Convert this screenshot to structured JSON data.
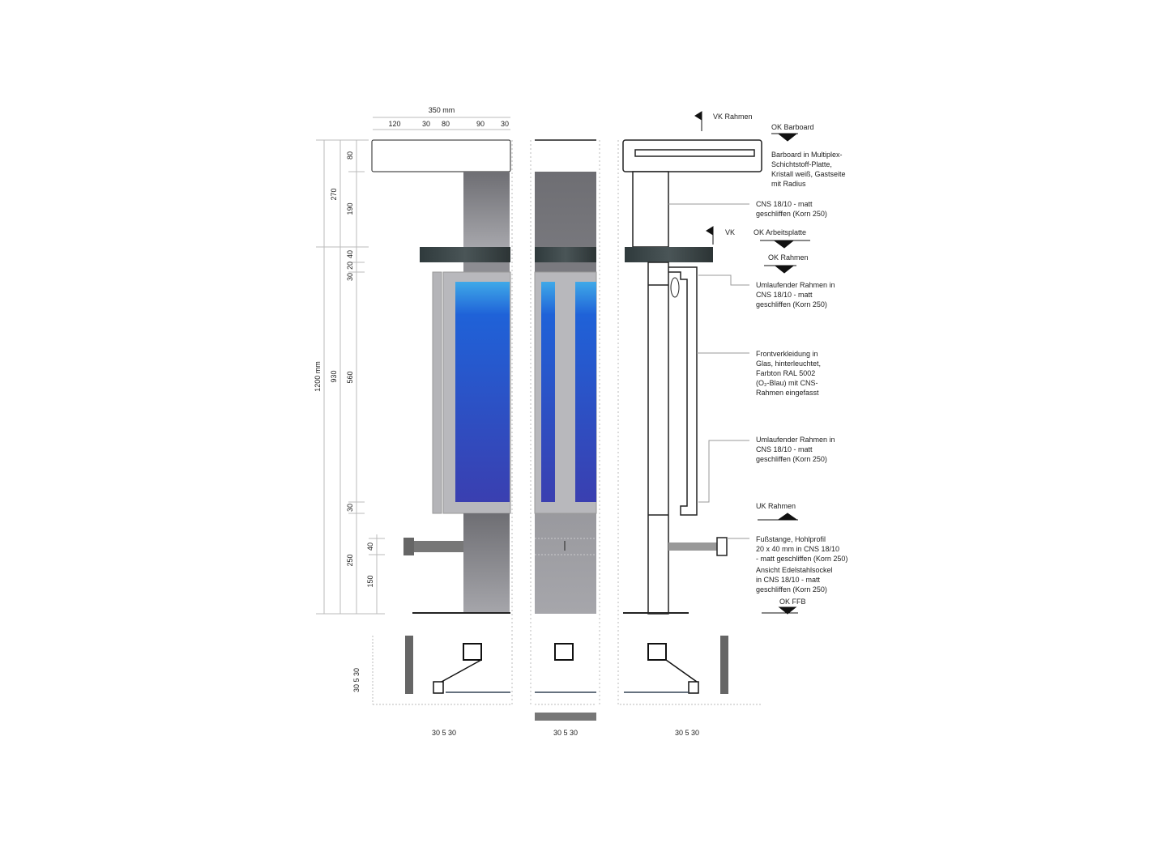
{
  "colors": {
    "glass": "#2a3fd0",
    "steel": "#8a8a8f",
    "worktop": "#3a4446",
    "line": "#222222",
    "dim": "#bbbbbb"
  },
  "dimensions": {
    "total_width": "350 mm",
    "widths": [
      "120",
      "30",
      "80",
      "90",
      "30"
    ],
    "total_height": "1200 mm",
    "heights_outer": [
      "270",
      "930"
    ],
    "heights_inner": [
      "80",
      "190",
      "40",
      "20",
      "30",
      "560",
      "30",
      "250"
    ],
    "foot_bar": [
      "40",
      "150"
    ],
    "section_vertical": "30 5 30",
    "section_horizontal": [
      "30 5 30",
      "30 5 30",
      "30 5 30"
    ]
  },
  "levels": {
    "vk_rahmen": "VK Rahmen",
    "ok_barboard": "OK Barboard",
    "vk": "VK",
    "ok_arbeitsplatte": "OK Arbeitsplatte",
    "ok_rahmen": "OK Rahmen",
    "uk_rahmen": "UK Rahmen",
    "ok_ffb": "OK FFB"
  },
  "notes": {
    "barboard": [
      "Barboard in Multiplex-",
      "Schichtstoff-Platte,",
      "Kristall weiß, Gastseite",
      "mit Radius"
    ],
    "column": [
      "CNS 18/10 - matt",
      "geschliffen (Korn 250)"
    ],
    "frame_top": [
      "Umlaufender Rahmen in",
      "CNS 18/10 - matt",
      "geschliffen (Korn 250)"
    ],
    "front": [
      "Frontverkleidung in",
      "Glas, hinterleuchtet,",
      "Farbton RAL 5002",
      "(O₂-Blau) mit CNS-",
      "Rahmen eingefasst"
    ],
    "frame_bottom": [
      "Umlaufender Rahmen in",
      "CNS 18/10 - matt",
      "geschliffen (Korn 250)"
    ],
    "foot_bar": [
      "Fußstange, Hohlprofil",
      "20 x 40 mm in CNS 18/10",
      "- matt geschliffen (Korn 250)"
    ],
    "base": [
      "Ansicht Edelstahlsockel",
      "in CNS 18/10 - matt",
      "geschliffen (Korn 250)"
    ]
  }
}
